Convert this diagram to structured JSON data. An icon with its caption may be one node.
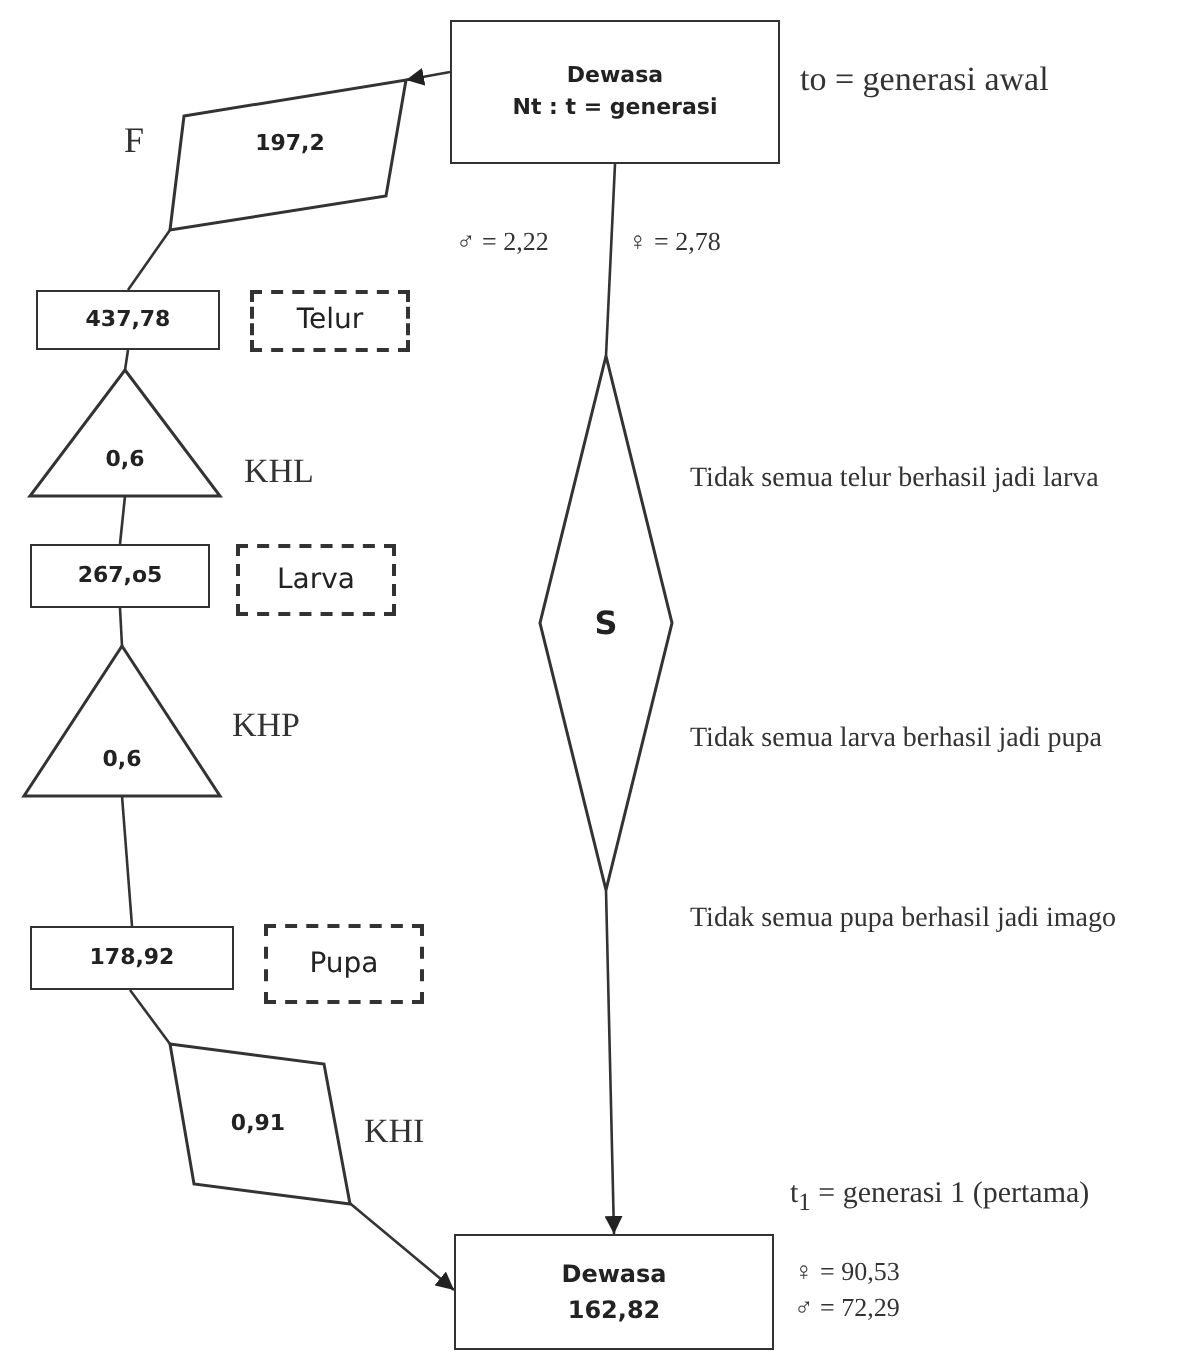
{
  "diagram": {
    "nodes": [
      {
        "text": [
          "Dewasa",
          "Nt : t = generasi"
        ],
        "beside": [
          "to = generasi awal"
        ]
      },
      {
        "text": [
          "197,2"
        ],
        "beside": [
          "F"
        ]
      },
      {
        "text": [
          "437,78"
        ]
      },
      {
        "text": [
          "Telur"
        ]
      },
      {
        "text": [
          "0,6"
        ],
        "beside": [
          "KHL"
        ]
      },
      {
        "text": [
          "267,o5"
        ]
      },
      {
        "text": [
          "Larva"
        ]
      },
      {
        "text": [
          "0,6"
        ],
        "beside": [
          "KHP"
        ]
      },
      {
        "text": [
          "178,92"
        ]
      },
      {
        "text": [
          "Pupa"
        ]
      },
      {
        "text": [
          "0,91"
        ],
        "beside": [
          "KHI"
        ]
      },
      {
        "text": [
          "Dewasa",
          "162,82"
        ]
      },
      {
        "text": [
          "S"
        ]
      }
    ],
    "edges": [
      {
        "from": 0,
        "to": 1,
        "arrow": "to"
      },
      {
        "from": 1,
        "to": 2,
        "arrow": "none"
      },
      {
        "from": 2,
        "to": 4,
        "arrow": "none"
      },
      {
        "from": 4,
        "to": 5,
        "arrow": "none"
      },
      {
        "from": 5,
        "to": 7,
        "arrow": "none"
      },
      {
        "from": 7,
        "to": 8,
        "arrow": "none"
      },
      {
        "from": 8,
        "to": 10,
        "arrow": "none"
      },
      {
        "from": 10,
        "to": 11,
        "arrow": "to"
      },
      {
        "from": 0,
        "to": 12,
        "arrow": "none"
      },
      {
        "from": 12,
        "to": 11,
        "arrow": "to"
      }
    ],
    "labels": [
      "♂ = 2,22",
      "♀ = 2,78",
      "Tidak semua telur berhasil  jadi larva",
      "Tidak semua larva berhasil jadi pupa",
      "Tidak semua pupa berhasil jadi imago",
      "t$_{1}$ = generasi 1 (pertama)",
      "♀ = 90,53",
      "♂ = 72,29"
    ]
  }
}
